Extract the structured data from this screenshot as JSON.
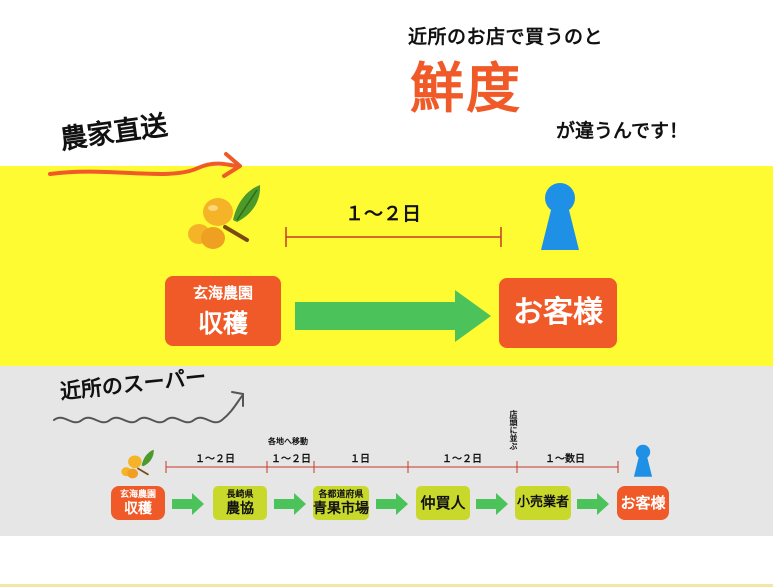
{
  "headline": {
    "line1": "近所のお店で買うのと",
    "freshness": "鮮度",
    "line2": "が違うんです！"
  },
  "direct": {
    "tag": "農家直送",
    "duration": "１〜２日",
    "farm_label_top": "玄海農園",
    "farm_label_big": "収穫",
    "customer": "お客様"
  },
  "supermarket": {
    "tag": "近所のスーパー",
    "steps": [
      {
        "small": "玄海農園",
        "big": "収穫"
      },
      {
        "small": "長崎県",
        "big": "農協"
      },
      {
        "small": "各都道府県",
        "big": "青果市場"
      },
      {
        "small": "",
        "big": "仲買人"
      },
      {
        "small": "",
        "big": "小売業者"
      },
      {
        "small": "",
        "big": "お客様"
      }
    ],
    "durations": [
      "１〜２日",
      "１〜２日",
      "１日",
      "１〜２日",
      "１〜数日"
    ],
    "note_transport": "各地へ移動",
    "note_shelf": "店頭に並ぶ"
  },
  "colors": {
    "accent_orange": "#f05a28",
    "arrow_green": "#4cc35a",
    "highlight_yellow": "#fffb33",
    "box_yellowgreen": "#c9d92c",
    "person_blue": "#1e90e6",
    "grey_band": "#e6e6e6"
  },
  "icons": [
    "loquat-fruit-icon",
    "person-icon",
    "right-arrow-icon"
  ]
}
